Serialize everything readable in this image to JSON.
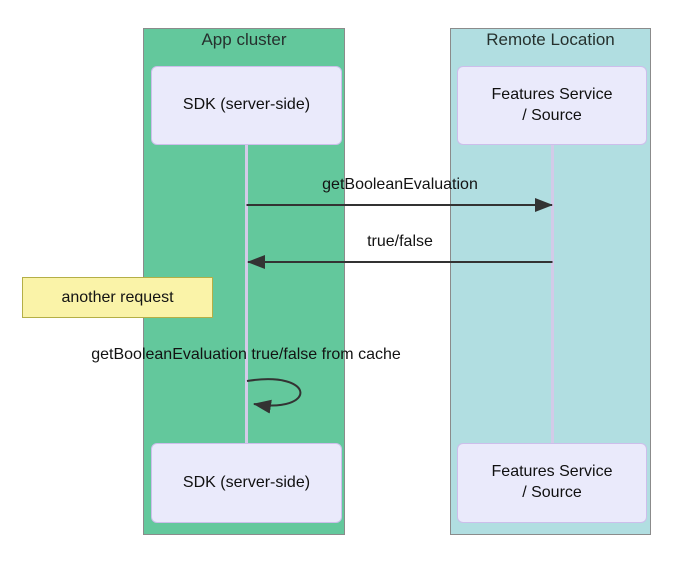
{
  "diagram": {
    "type": "sequence-diagram",
    "groups": {
      "app": {
        "label": "App cluster"
      },
      "remote": {
        "label": "Remote Location"
      }
    },
    "actors": {
      "sdk": {
        "label": "SDK (server-side)"
      },
      "features": {
        "line1": "Features Service",
        "line2": "/ Source"
      }
    },
    "messages": {
      "request": {
        "label": "getBooleanEvaluation",
        "direction": "right"
      },
      "response": {
        "label": "true/false",
        "direction": "left"
      },
      "cache": {
        "label": "getBooleanEvaluation true/false from cache",
        "direction": "self"
      }
    },
    "note": {
      "label": "another request"
    },
    "colors": {
      "app_fill": "#63c89c",
      "remote_fill": "#b1dee1",
      "actor_fill": "#eaeafb",
      "actor_border": "#cdbeeb",
      "note_fill": "#faf3a8",
      "note_border": "#b4af46",
      "lifeline": "#d2cbe8",
      "arrow": "#333333",
      "group_border": "#8b8b8b"
    }
  }
}
